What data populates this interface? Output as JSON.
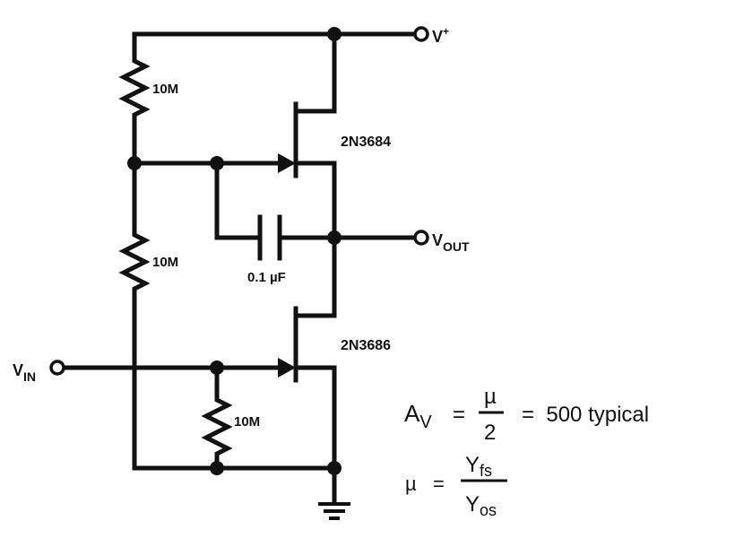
{
  "terminals": {
    "vplus": "V",
    "vplus_sup": "+",
    "vout": "V",
    "vout_sub": "OUT",
    "vin": "V",
    "vin_sub": "IN"
  },
  "components": {
    "r_top": "10M",
    "r_mid": "10M",
    "r_bottom": "10M",
    "cap": "0.1 µF",
    "q_top": "2N3684",
    "q_bottom": "2N3686"
  },
  "equations": {
    "av_lhs": "A",
    "av_lhs_sub": "V",
    "equals": "=",
    "av_num": "µ",
    "av_den": "2",
    "av_rhs": "=  500 typical",
    "mu_lhs": "µ",
    "mu_num": "Y",
    "mu_num_sub": "fs",
    "mu_den": "Y",
    "mu_den_sub": "os"
  }
}
